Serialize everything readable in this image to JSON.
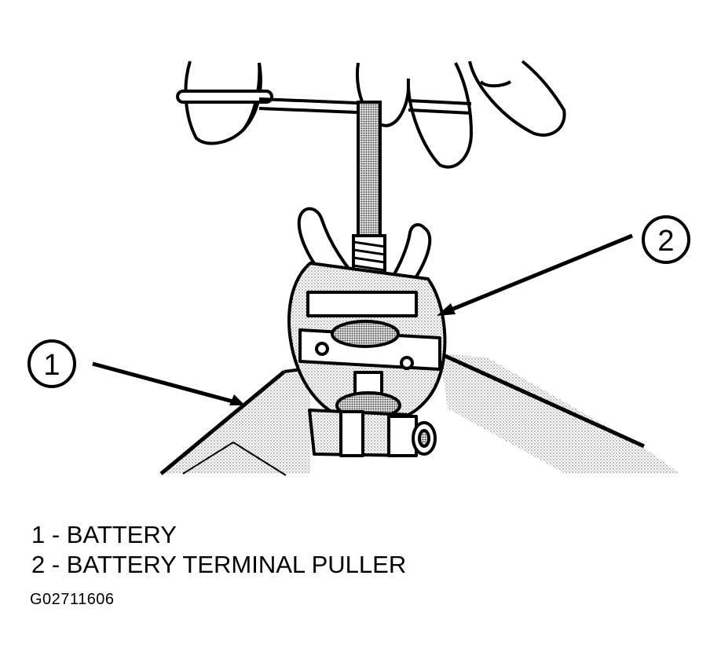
{
  "callouts": [
    {
      "number": "1",
      "label": "BATTERY"
    },
    {
      "number": "2",
      "label": "BATTERY TERMINAL PULLER"
    }
  ],
  "legend": [
    "1 - BATTERY",
    "2 - BATTERY TERMINAL PULLER"
  ],
  "figure_id": "G02711606"
}
